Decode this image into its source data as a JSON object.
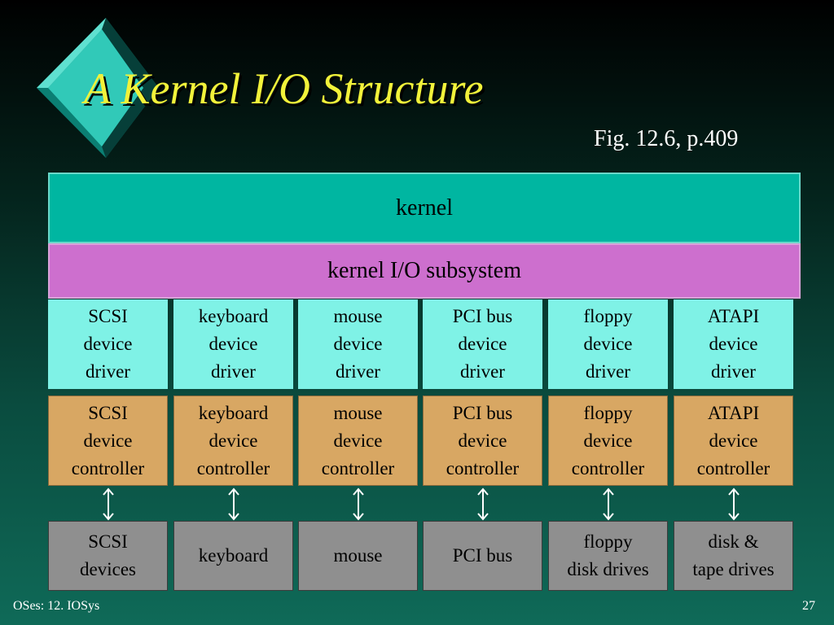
{
  "slide": {
    "title": "A Kernel I/O Structure",
    "figure_ref": "Fig. 12.6, p.409",
    "footer_left": "OSes: 12. IOSys",
    "page_number": "27"
  },
  "diagram": {
    "kernel": "kernel",
    "subsystem": "kernel I/O subsystem",
    "columns": [
      {
        "driver": [
          "SCSI",
          "device",
          "driver"
        ],
        "controller": [
          "SCSI",
          "device",
          "controller"
        ],
        "device": [
          "SCSI",
          "devices"
        ]
      },
      {
        "driver": [
          "keyboard",
          "device",
          "driver"
        ],
        "controller": [
          "keyboard",
          "device",
          "controller"
        ],
        "device": [
          "keyboard"
        ]
      },
      {
        "driver": [
          "mouse",
          "device",
          "driver"
        ],
        "controller": [
          "mouse",
          "device",
          "controller"
        ],
        "device": [
          "mouse"
        ]
      },
      {
        "driver": [
          "PCI bus",
          "device",
          "driver"
        ],
        "controller": [
          "PCI bus",
          "device",
          "controller"
        ],
        "device": [
          "PCI bus"
        ]
      },
      {
        "driver": [
          "floppy",
          "device",
          "driver"
        ],
        "controller": [
          "floppy",
          "device",
          "controller"
        ],
        "device": [
          "floppy",
          "disk drives"
        ]
      },
      {
        "driver": [
          "ATAPI",
          "device",
          "driver"
        ],
        "controller": [
          "ATAPI",
          "device",
          "controller"
        ],
        "device": [
          "disk &",
          "tape drives"
        ]
      }
    ]
  },
  "colors": {
    "title": "#f2f23a",
    "kernel": "#00b6a1",
    "subsystem": "#cd6fce",
    "driver": "#7ff2e6",
    "controller": "#d8a763",
    "device": "#8f8f8f"
  }
}
